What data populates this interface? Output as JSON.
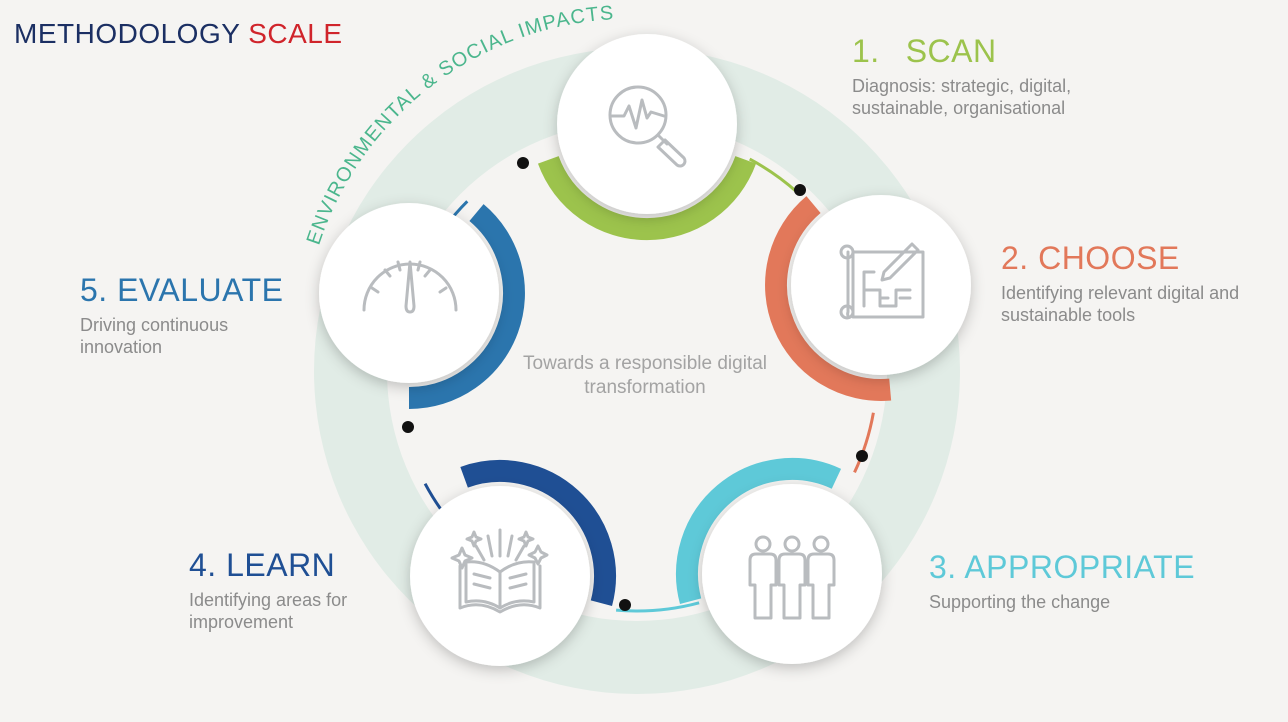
{
  "title": {
    "part1": "METHODOLOGY",
    "part2": "SCALE"
  },
  "arc_label": "ENVIRONMENTAL & SOCIAL IMPACTS",
  "center_text": "Towards a responsible digital transformation",
  "colors": {
    "scan": "#9cc34c",
    "choose": "#e2785a",
    "appropriate": "#5ec9d8",
    "learn": "#1f4f94",
    "evaluate": "#2b75ad",
    "halo": "#e1ece6",
    "arc_label": "#4bb68d",
    "icon": "#b9bcbf"
  },
  "steps": [
    {
      "key": "scan",
      "number": "1.",
      "name": "SCAN",
      "description": "Diagnosis: strategic, digital, sustainable, organisational",
      "icon": "magnifier-pulse-icon"
    },
    {
      "key": "choose",
      "number": "2.",
      "name": "CHOOSE",
      "description": "Identifying relevant digital and sustainable tools",
      "icon": "blueprint-pencil-icon"
    },
    {
      "key": "appropriate",
      "number": "3.",
      "name": "APPROPRIATE",
      "description": "Supporting the change",
      "icon": "people-group-icon"
    },
    {
      "key": "learn",
      "number": "4.",
      "name": "LEARN",
      "description": "Identifying areas for improvement",
      "icon": "open-book-icon"
    },
    {
      "key": "evaluate",
      "number": "5.",
      "name": "EVALUATE",
      "description": "Driving continuous innovation",
      "icon": "gauge-icon"
    }
  ]
}
